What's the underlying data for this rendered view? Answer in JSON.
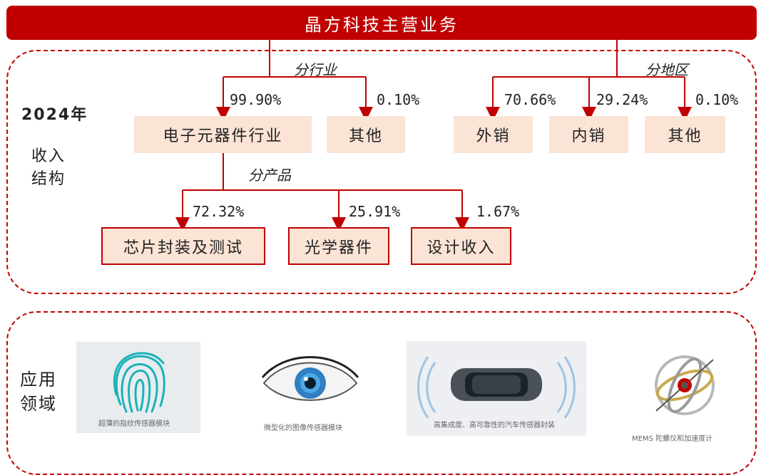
{
  "title": "晶方科技主营业务",
  "revenue_label": {
    "line1": "2024年",
    "line2": "收入",
    "line3": "结构"
  },
  "by_industry": {
    "label": "分行业",
    "items": [
      {
        "name": "电子元器件行业",
        "pct": "99.90%"
      },
      {
        "name": "其他",
        "pct": "0.10%"
      }
    ]
  },
  "by_region": {
    "label": "分地区",
    "items": [
      {
        "name": "外销",
        "pct": "70.66%"
      },
      {
        "name": "内销",
        "pct": "29.24%"
      },
      {
        "name": "其他",
        "pct": "0.10%"
      }
    ]
  },
  "by_product": {
    "label": "分产品",
    "items": [
      {
        "name": "芯片封装及测试",
        "pct": "72.32%"
      },
      {
        "name": "光学器件",
        "pct": "25.91%"
      },
      {
        "name": "设计收入",
        "pct": "1.67%"
      }
    ]
  },
  "applications": {
    "label_line1": "应用",
    "label_line2": "领域",
    "items": [
      {
        "caption": "超薄的指纹传感器模块",
        "icon": "fingerprint-icon"
      },
      {
        "caption": "微型化的图像传感器模块",
        "icon": "eye-icon"
      },
      {
        "caption": "高集成度、高可靠性的汽车传感器封装",
        "icon": "car-icon"
      },
      {
        "caption": "MEMS 陀螺仪和加速度计",
        "icon": "gyroscope-icon"
      }
    ]
  },
  "colors": {
    "accent": "#c00000",
    "tag_fill": "#fbe4d5"
  }
}
